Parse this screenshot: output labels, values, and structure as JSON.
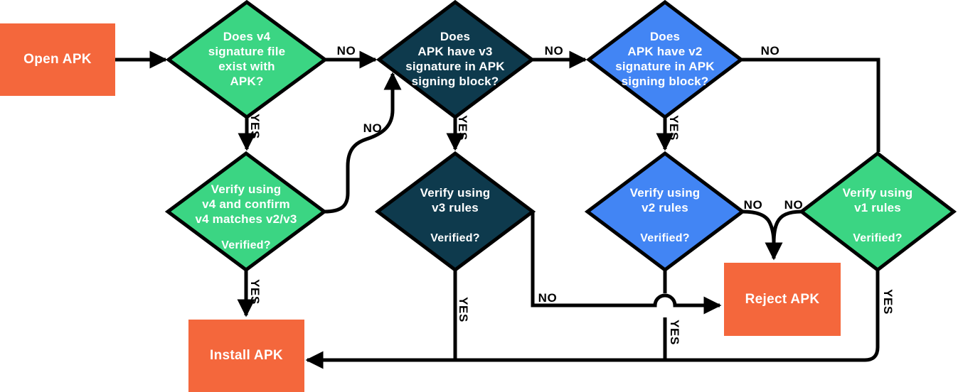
{
  "palette": {
    "orange": "#F4673C",
    "green": "#3BD583",
    "navy": "#0E3A4D",
    "blue": "#4285F4",
    "line": "#000000",
    "text_light": "#FFFFFF"
  },
  "nodes": {
    "open_apk": {
      "label": "Open APK"
    },
    "v4_exists": {
      "label": "Does v4\nsignature file\nexist with\nAPK?"
    },
    "v3_in_block": {
      "label": "Does\nAPK have v3\nsignature in APK\nsigning block?"
    },
    "v2_in_block": {
      "label": "Does\nAPK have v2\nsignature in APK\nsigning block?"
    },
    "verify_v4": {
      "label": "Verify using\nv4 and confirm\nv4 matches v2/v3",
      "sublabel": "Verified?"
    },
    "verify_v3": {
      "label": "Verify using\nv3 rules",
      "sublabel": "Verified?"
    },
    "verify_v2": {
      "label": "Verify using\nv2 rules",
      "sublabel": "Verified?"
    },
    "verify_v1": {
      "label": "Verify using\nv1 rules",
      "sublabel": "Verified?"
    },
    "reject_apk": {
      "label": "Reject APK"
    },
    "install_apk": {
      "label": "Install APK"
    }
  },
  "edge_labels": {
    "v4_missing": "NO",
    "v4_present": "YES",
    "v3_missing": "NO",
    "v3_present": "YES",
    "v2_missing": "NO",
    "v2_present": "YES",
    "v4_not_matched": "NO",
    "v4_verified": "YES",
    "v3_failed": "NO",
    "v3_verified": "YES",
    "v2_failed": "NO",
    "v2_verified": "YES",
    "v1_failed": "NO",
    "v1_verified": "YES"
  }
}
